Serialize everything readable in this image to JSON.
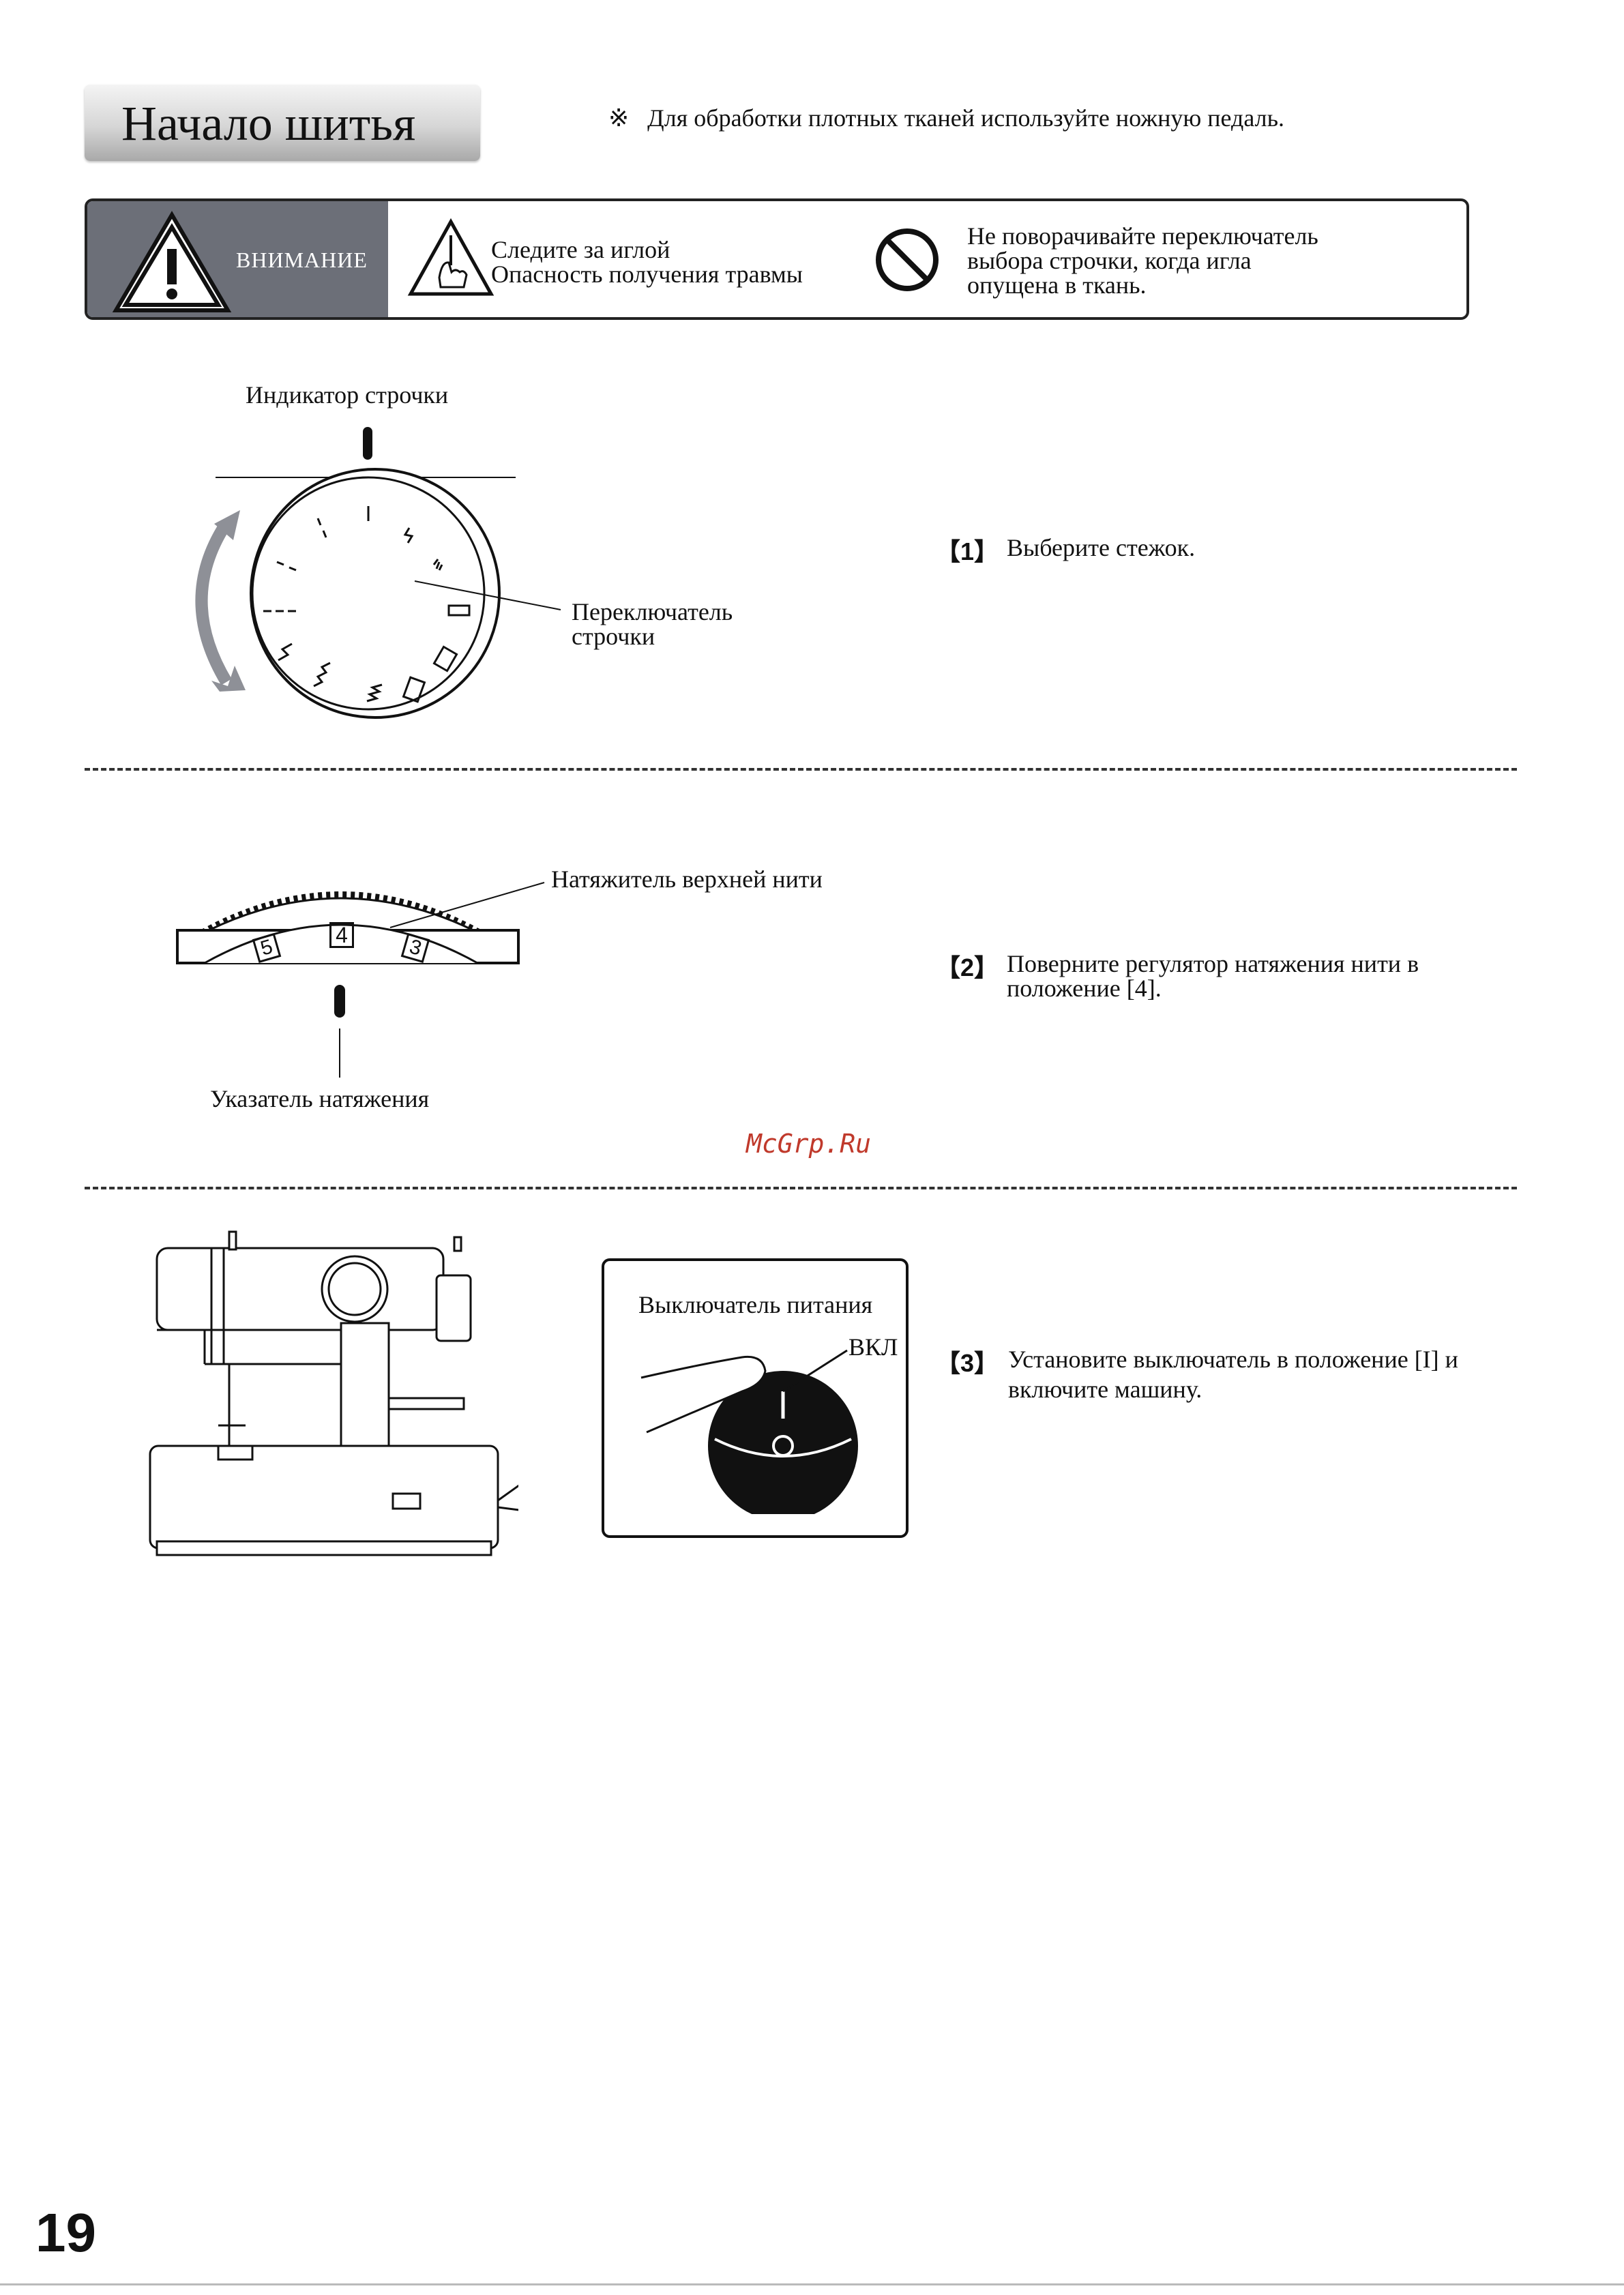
{
  "header": {
    "title": "Начало шитья",
    "note_symbol": "※",
    "note": "Для обработки плотных тканей используйте ножную педаль."
  },
  "warning": {
    "label": "ВНИМАНИЕ",
    "needle_line1": "Следите за иглой",
    "needle_line2": "Опасность получения травмы",
    "dial_line1": "Не поворачивайте переключатель",
    "dial_line2": "выбора строчки, когда игла",
    "dial_line3": "опущена в ткань."
  },
  "step1": {
    "indicator_label": "Индикатор строчки",
    "selector_label_line1": "Переключатель",
    "selector_label_line2": "строчки",
    "number": "【1】",
    "instruction": "Выберите стежок."
  },
  "step2": {
    "tensioner_label": "Натяжитель верхней нити",
    "pointer_label": "Указатель натяжения",
    "dial_values": [
      "5",
      "4",
      "3"
    ],
    "number": "【2】",
    "instruction_line1": "Поверните регулятор натяжения нити в",
    "instruction_line2": "положение [4]."
  },
  "step3": {
    "switch_title": "Выключатель питания",
    "on_label": "ВКЛ",
    "number": "【3】",
    "instruction_line1": "Установите выключатель в положение [I] и",
    "instruction_line2": "включите машину."
  },
  "watermark": "McGrp.Ru",
  "page_number": "19"
}
